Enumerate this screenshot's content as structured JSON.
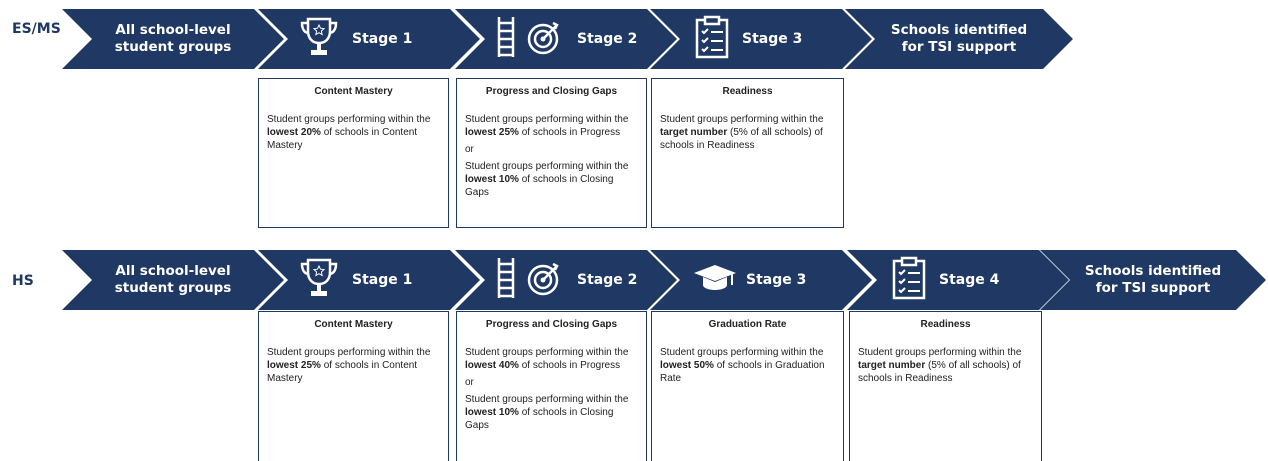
{
  "colors": {
    "navy": "#1f3864",
    "white": "#ffffff"
  },
  "rows": {
    "esms": {
      "label": "ES/MS",
      "start": "All school-level student groups",
      "end": "Schools identified for TSI support",
      "stages": [
        {
          "title": "Stage 1",
          "icon": "trophy-icon",
          "box_head": "Content Mastery",
          "pre": "Student groups performing within the ",
          "bold": "lowest 20%",
          "post": " of schools in Content Mastery"
        },
        {
          "title": "Stage 2",
          "icon": "ladder-target-icon",
          "box_head": "Progress and Closing Gaps",
          "pre": "Student groups performing within the ",
          "bold": "lowest 25%",
          "post": " of schools in Progress",
          "or": "or",
          "pre2": "Student groups performing within the ",
          "bold2": "lowest 10%",
          "post2": " of schools in Closing Gaps"
        },
        {
          "title": "Stage 3",
          "icon": "clipboard-icon",
          "box_head": "Readiness",
          "pre": "Student groups performing within the ",
          "bold": "target number",
          "post": " (5% of all schools) of schools in Readiness"
        }
      ]
    },
    "hs": {
      "label": "HS",
      "start": "All school-level student groups",
      "end": "Schools identified for TSI support",
      "stages": [
        {
          "title": "Stage 1",
          "icon": "trophy-icon",
          "box_head": "Content Mastery",
          "pre": "Student groups performing within the ",
          "bold": "lowest 25%",
          "post": " of schools in Content Mastery"
        },
        {
          "title": "Stage 2",
          "icon": "ladder-target-icon",
          "box_head": "Progress and Closing Gaps",
          "pre": "Student groups performing within the ",
          "bold": "lowest 40%",
          "post": " of schools in Progress",
          "or": "or",
          "pre2": "Student groups performing within the ",
          "bold2": "lowest 10%",
          "post2": " of schools in Closing Gaps"
        },
        {
          "title": "Stage 3",
          "icon": "graduation-cap-icon",
          "box_head": "Graduation Rate",
          "pre": "Student groups performing within the ",
          "bold": "lowest 50%",
          "post": " of schools in Graduation Rate"
        },
        {
          "title": "Stage 4",
          "icon": "clipboard-icon",
          "box_head": "Readiness",
          "pre": "Student groups performing within the ",
          "bold": "target number",
          "post": " (5% of all schools) of schools in Readiness"
        }
      ]
    }
  }
}
